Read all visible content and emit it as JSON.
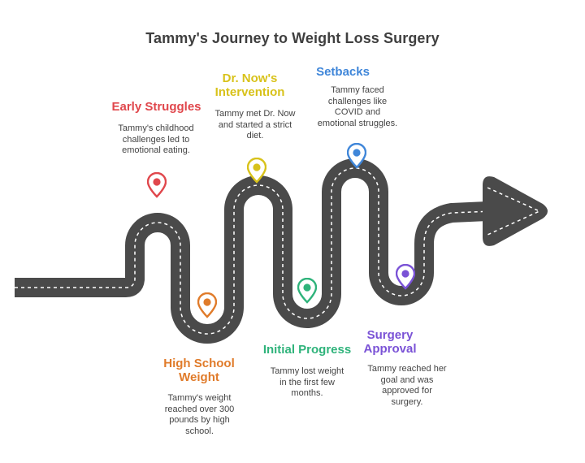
{
  "title": "Tammy's Journey to Weight Loss Surgery",
  "milestones": [
    {
      "title": "Early Struggles",
      "description": "Tammy's childhood\nchallenges led to\nemotional eating.",
      "color": "#e0474c"
    },
    {
      "title": "High School\nWeight",
      "description": "Tammy's weight\nreached over 300\npounds by high\nschool.",
      "color": "#e07b2a"
    },
    {
      "title": "Dr. Now's\nIntervention",
      "description": "Tammy met Dr. Now\nand started a strict\ndiet.",
      "color": "#d8c21a"
    },
    {
      "title": "Initial Progress",
      "description": "Tammy lost weight\nin the first few\nmonths.",
      "color": "#2fb37b"
    },
    {
      "title": "Setbacks",
      "description": "Tammy faced\nchallenges like\nCOVID and\nemotional struggles.",
      "color": "#3f86d9"
    },
    {
      "title": "Surgery\nApproval",
      "description": "Tammy reached her\ngoal and was\napproved for\nsurgery.",
      "color": "#7a52d6"
    }
  ],
  "colors": {
    "road": "#4a4a4a",
    "road_dash": "#ffffff"
  },
  "icons": {
    "milestone": "map-pin-icon",
    "end": "arrow-right-icon"
  }
}
